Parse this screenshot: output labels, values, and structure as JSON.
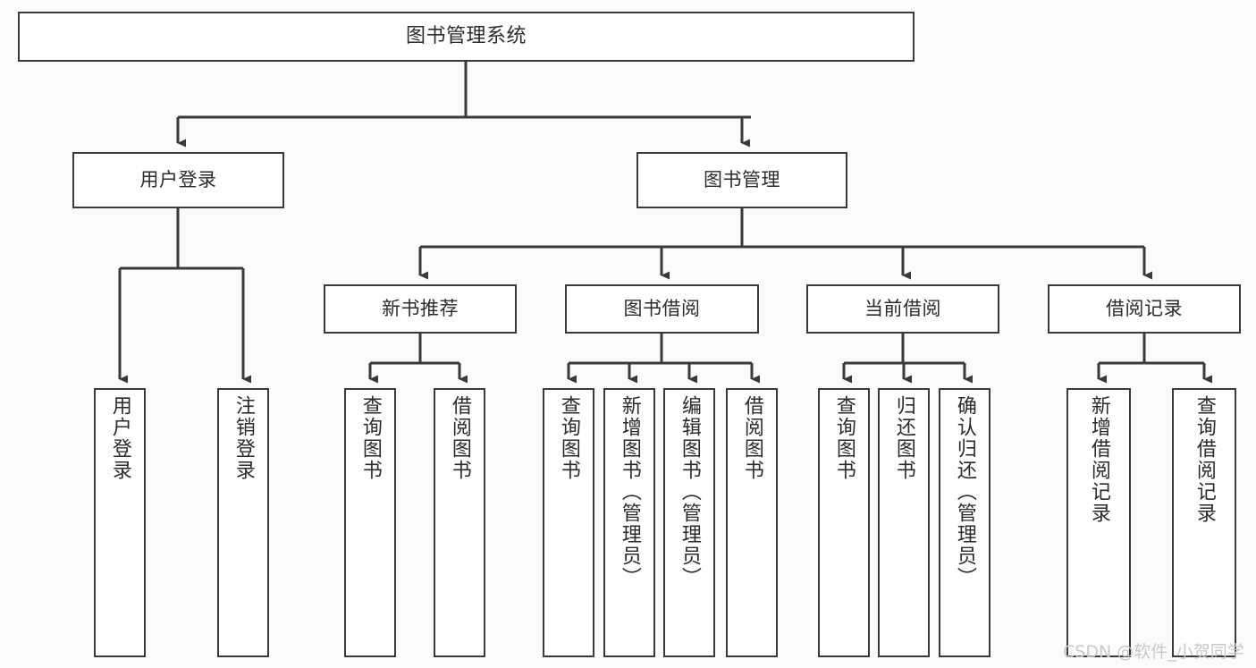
{
  "diagram": {
    "title": "图书管理系统",
    "type": "tree",
    "style": {
      "box_fill": "#ffffff",
      "box_border": "#3a3a3a",
      "canvas_background": "#fbfbfb",
      "text_color": "#2b2b2b",
      "watermark_color": "#c9c9c9"
    },
    "nodes": {
      "root": {
        "label": "图书管理系统"
      },
      "tier2": [
        {
          "label": "用户登录"
        },
        {
          "label": "图书管理"
        }
      ],
      "tier3": [
        {
          "label": "新书推荐"
        },
        {
          "label": "图书借阅"
        },
        {
          "label": "当前借阅"
        },
        {
          "label": "借阅记录"
        }
      ],
      "leaves": {
        "user_login": [
          {
            "label": "用户登录"
          },
          {
            "label": "注销登录"
          }
        ],
        "new_book_recommend": [
          {
            "label": "查询图书"
          },
          {
            "label": "借阅图书"
          }
        ],
        "book_borrow": [
          {
            "label": "查询图书"
          },
          {
            "label": "新增图书（管理员）"
          },
          {
            "label": "编辑图书（管理员）"
          },
          {
            "label": "借阅图书"
          }
        ],
        "current_borrow": [
          {
            "label": "查询图书"
          },
          {
            "label": "归还图书"
          },
          {
            "label": "确认归还（管理员）"
          }
        ],
        "borrow_record": [
          {
            "label": "新增借阅记录"
          },
          {
            "label": "查询借阅记录"
          }
        ]
      }
    },
    "watermark": "CSDN @软件_小贺同学"
  }
}
